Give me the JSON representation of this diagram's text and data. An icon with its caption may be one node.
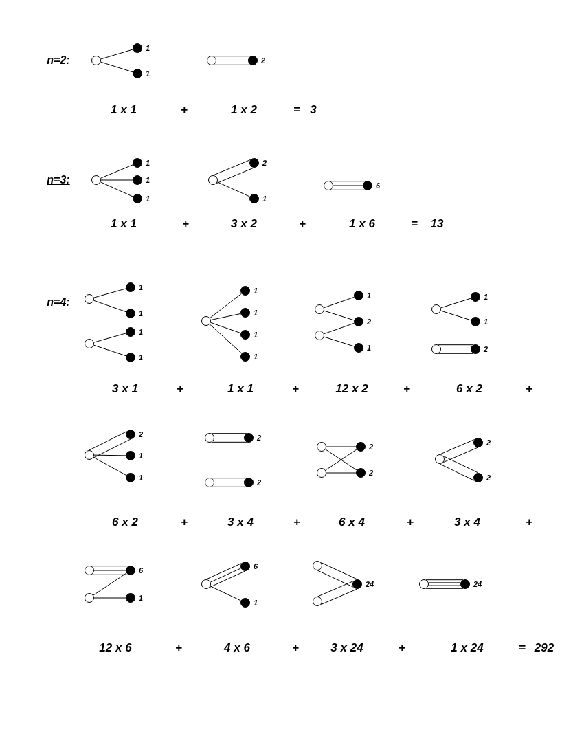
{
  "diagram": {
    "nodes": [
      {
        "text": [],
        "shape": "circle"
      },
      {
        "text": [],
        "shape": "dot",
        "beside": [
          "1"
        ]
      },
      {
        "text": [],
        "shape": "dot",
        "beside": [
          "1"
        ]
      },
      {
        "text": [],
        "shape": "circle"
      },
      {
        "text": [],
        "shape": "dot",
        "beside": [
          "2"
        ]
      },
      {
        "text": [],
        "shape": "circle"
      },
      {
        "text": [],
        "shape": "dot",
        "beside": [
          "1"
        ]
      },
      {
        "text": [],
        "shape": "dot",
        "beside": [
          "1"
        ]
      },
      {
        "text": [],
        "shape": "dot",
        "beside": [
          "1"
        ]
      },
      {
        "text": [],
        "shape": "circle"
      },
      {
        "text": [],
        "shape": "dot",
        "beside": [
          "2"
        ]
      },
      {
        "text": [],
        "shape": "dot",
        "beside": [
          "1"
        ]
      },
      {
        "text": [],
        "shape": "circle"
      },
      {
        "text": [],
        "shape": "dot",
        "beside": [
          "6"
        ]
      },
      {
        "text": [],
        "shape": "circle"
      },
      {
        "text": [],
        "shape": "dot",
        "beside": [
          "1"
        ]
      },
      {
        "text": [],
        "shape": "dot",
        "beside": [
          "1"
        ]
      },
      {
        "text": [],
        "shape": "circle"
      },
      {
        "text": [],
        "shape": "dot",
        "beside": [
          "1"
        ]
      },
      {
        "text": [],
        "shape": "dot",
        "beside": [
          "1"
        ]
      },
      {
        "text": [],
        "shape": "circle"
      },
      {
        "text": [],
        "shape": "dot",
        "beside": [
          "1"
        ]
      },
      {
        "text": [],
        "shape": "dot",
        "beside": [
          "1"
        ]
      },
      {
        "text": [],
        "shape": "dot",
        "beside": [
          "1"
        ]
      },
      {
        "text": [],
        "shape": "dot",
        "beside": [
          "1"
        ]
      },
      {
        "text": [],
        "shape": "circle"
      },
      {
        "text": [],
        "shape": "circle"
      },
      {
        "text": [],
        "shape": "dot",
        "beside": [
          "1"
        ]
      },
      {
        "text": [],
        "shape": "dot",
        "beside": [
          "2"
        ]
      },
      {
        "text": [],
        "shape": "dot",
        "beside": [
          "1"
        ]
      },
      {
        "text": [],
        "shape": "circle"
      },
      {
        "text": [],
        "shape": "dot",
        "beside": [
          "1"
        ]
      },
      {
        "text": [],
        "shape": "dot",
        "beside": [
          "1"
        ]
      },
      {
        "text": [],
        "shape": "circle"
      },
      {
        "text": [],
        "shape": "dot",
        "beside": [
          "2"
        ]
      },
      {
        "text": [],
        "shape": "circle"
      },
      {
        "text": [],
        "shape": "dot",
        "beside": [
          "2"
        ]
      },
      {
        "text": [],
        "shape": "dot",
        "beside": [
          "1"
        ]
      },
      {
        "text": [],
        "shape": "dot",
        "beside": [
          "1"
        ]
      },
      {
        "text": [],
        "shape": "circle"
      },
      {
        "text": [],
        "shape": "dot",
        "beside": [
          "2"
        ]
      },
      {
        "text": [],
        "shape": "circle"
      },
      {
        "text": [],
        "shape": "dot",
        "beside": [
          "2"
        ]
      },
      {
        "text": [],
        "shape": "circle"
      },
      {
        "text": [],
        "shape": "circle"
      },
      {
        "text": [],
        "shape": "dot",
        "beside": [
          "2"
        ]
      },
      {
        "text": [],
        "shape": "dot",
        "beside": [
          "2"
        ]
      },
      {
        "text": [],
        "shape": "circle"
      },
      {
        "text": [],
        "shape": "dot",
        "beside": [
          "2"
        ]
      },
      {
        "text": [],
        "shape": "dot",
        "beside": [
          "2"
        ]
      },
      {
        "text": [],
        "shape": "circle"
      },
      {
        "text": [],
        "shape": "dot",
        "beside": [
          "6"
        ]
      },
      {
        "text": [],
        "shape": "circle"
      },
      {
        "text": [],
        "shape": "dot",
        "beside": [
          "1"
        ]
      },
      {
        "text": [],
        "shape": "circle"
      },
      {
        "text": [],
        "shape": "dot",
        "beside": [
          "6"
        ]
      },
      {
        "text": [],
        "shape": "dot",
        "beside": [
          "1"
        ]
      },
      {
        "text": [],
        "shape": "circle"
      },
      {
        "text": [],
        "shape": "circle"
      },
      {
        "text": [],
        "shape": "dot",
        "beside": [
          "24"
        ]
      },
      {
        "text": [],
        "shape": "circle"
      },
      {
        "text": [],
        "shape": "dot",
        "beside": [
          "24"
        ]
      }
    ],
    "edges": [
      {
        "from": 0,
        "to": 1,
        "arrow": "none"
      },
      {
        "from": 0,
        "to": 2,
        "arrow": "none"
      },
      {
        "from": 3,
        "to": 4,
        "arrow": "none"
      },
      {
        "from": 3,
        "to": 4,
        "arrow": "none"
      },
      {
        "from": 5,
        "to": 6,
        "arrow": "none"
      },
      {
        "from": 5,
        "to": 7,
        "arrow": "none"
      },
      {
        "from": 5,
        "to": 8,
        "arrow": "none"
      },
      {
        "from": 9,
        "to": 10,
        "arrow": "none"
      },
      {
        "from": 9,
        "to": 10,
        "arrow": "none"
      },
      {
        "from": 9,
        "to": 11,
        "arrow": "none"
      },
      {
        "from": 12,
        "to": 13,
        "arrow": "none"
      },
      {
        "from": 12,
        "to": 13,
        "arrow": "none"
      },
      {
        "from": 12,
        "to": 13,
        "arrow": "none"
      },
      {
        "from": 14,
        "to": 15,
        "arrow": "none"
      },
      {
        "from": 14,
        "to": 16,
        "arrow": "none"
      },
      {
        "from": 17,
        "to": 18,
        "arrow": "none"
      },
      {
        "from": 17,
        "to": 19,
        "arrow": "none"
      },
      {
        "from": 20,
        "to": 21,
        "arrow": "none"
      },
      {
        "from": 20,
        "to": 22,
        "arrow": "none"
      },
      {
        "from": 20,
        "to": 23,
        "arrow": "none"
      },
      {
        "from": 20,
        "to": 24,
        "arrow": "none"
      },
      {
        "from": 25,
        "to": 27,
        "arrow": "none"
      },
      {
        "from": 25,
        "to": 28,
        "arrow": "none"
      },
      {
        "from": 26,
        "to": 28,
        "arrow": "none"
      },
      {
        "from": 26,
        "to": 29,
        "arrow": "none"
      },
      {
        "from": 30,
        "to": 31,
        "arrow": "none"
      },
      {
        "from": 30,
        "to": 32,
        "arrow": "none"
      },
      {
        "from": 33,
        "to": 34,
        "arrow": "none"
      },
      {
        "from": 33,
        "to": 34,
        "arrow": "none"
      },
      {
        "from": 35,
        "to": 36,
        "arrow": "none"
      },
      {
        "from": 35,
        "to": 36,
        "arrow": "none"
      },
      {
        "from": 35,
        "to": 37,
        "arrow": "none"
      },
      {
        "from": 35,
        "to": 38,
        "arrow": "none"
      },
      {
        "from": 39,
        "to": 40,
        "arrow": "none"
      },
      {
        "from": 39,
        "to": 40,
        "arrow": "none"
      },
      {
        "from": 41,
        "to": 42,
        "arrow": "none"
      },
      {
        "from": 41,
        "to": 42,
        "arrow": "none"
      },
      {
        "from": 43,
        "to": 45,
        "arrow": "none"
      },
      {
        "from": 43,
        "to": 46,
        "arrow": "none"
      },
      {
        "from": 44,
        "to": 45,
        "arrow": "none"
      },
      {
        "from": 44,
        "to": 46,
        "arrow": "none"
      },
      {
        "from": 47,
        "to": 48,
        "arrow": "none"
      },
      {
        "from": 47,
        "to": 48,
        "arrow": "none"
      },
      {
        "from": 47,
        "to": 49,
        "arrow": "none"
      },
      {
        "from": 47,
        "to": 49,
        "arrow": "none"
      },
      {
        "from": 50,
        "to": 51,
        "arrow": "none"
      },
      {
        "from": 50,
        "to": 51,
        "arrow": "none"
      },
      {
        "from": 50,
        "to": 51,
        "arrow": "none"
      },
      {
        "from": 52,
        "to": 51,
        "arrow": "none"
      },
      {
        "from": 52,
        "to": 53,
        "arrow": "none"
      },
      {
        "from": 54,
        "to": 55,
        "arrow": "none"
      },
      {
        "from": 54,
        "to": 55,
        "arrow": "none"
      },
      {
        "from": 54,
        "to": 55,
        "arrow": "none"
      },
      {
        "from": 54,
        "to": 56,
        "arrow": "none"
      },
      {
        "from": 57,
        "to": 59,
        "arrow": "none"
      },
      {
        "from": 57,
        "to": 59,
        "arrow": "none"
      },
      {
        "from": 58,
        "to": 59,
        "arrow": "none"
      },
      {
        "from": 58,
        "to": 59,
        "arrow": "none"
      },
      {
        "from": 60,
        "to": 61,
        "arrow": "none"
      },
      {
        "from": 60,
        "to": 61,
        "arrow": "none"
      },
      {
        "from": 60,
        "to": 61,
        "arrow": "none"
      },
      {
        "from": 60,
        "to": 61,
        "arrow": "none"
      }
    ],
    "labels": [
      "n=2:",
      "1 x 1",
      "+",
      "1 x 2",
      "=",
      "3",
      "n=3:",
      "1 x 1",
      "+",
      "3 x 2",
      "+",
      "1 x 6",
      "=",
      "13",
      "n=4:",
      "3 x 1",
      "+",
      "1 x 1",
      "+",
      "12 x 2",
      "+",
      "6 x 2",
      "+",
      "6 x 2",
      "+",
      "3 x 4",
      "+",
      "6 x 4",
      "+",
      "3 x 4",
      "+",
      "12 x 6",
      "+",
      "4 x 6",
      "+",
      "3 x 24",
      "+",
      "1 x 24",
      "=",
      "292"
    ]
  }
}
